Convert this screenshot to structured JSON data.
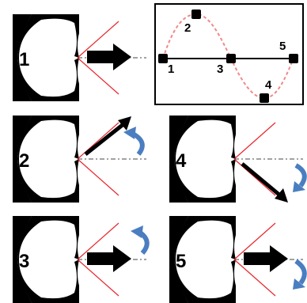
{
  "panels": [
    {
      "label": "1",
      "arrow": "forward",
      "rotation": "none"
    },
    {
      "label": "2",
      "arrow": "up-right",
      "rotation": "counter-clockwise"
    },
    {
      "label": "3",
      "arrow": "forward",
      "rotation": "counter-clockwise"
    },
    {
      "label": "4",
      "arrow": "down-right",
      "rotation": "clockwise"
    },
    {
      "label": "5",
      "arrow": "forward",
      "rotation": "clockwise"
    }
  ],
  "inset": {
    "points": [
      "1",
      "2",
      "3",
      "4",
      "5"
    ],
    "curve": "sine-cycle"
  },
  "colors": {
    "shape": "#000000",
    "cone": "#e8262c",
    "curve": "#f08a8a",
    "rotation_arrow": "#4a7ec0",
    "axis": "#444444"
  }
}
